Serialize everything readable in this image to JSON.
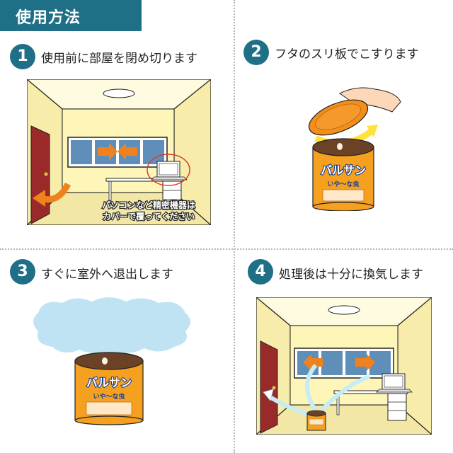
{
  "header": {
    "title": "使用方法"
  },
  "steps": [
    {
      "number": "1",
      "text": "使用前に部屋を閉め切ります"
    },
    {
      "number": "2",
      "text": "フタのスリ板でこすります"
    },
    {
      "number": "3",
      "text": "すぐに室外へ退出します"
    },
    {
      "number": "4",
      "text": "処理後は十分に換気します"
    }
  ],
  "notes": {
    "cover_line1": "パソコンなど精密機器は",
    "cover_line2": "カバーで覆ってください"
  },
  "product": {
    "brand": "バルサン",
    "sub": "いや〜な虫"
  },
  "colors": {
    "header_bg": "#1f6f86",
    "room_wall": "#fdf6b8",
    "arrow_orange": "#f0821e",
    "can_orange": "#f5a11f",
    "smoke": "#bfe3f3"
  }
}
